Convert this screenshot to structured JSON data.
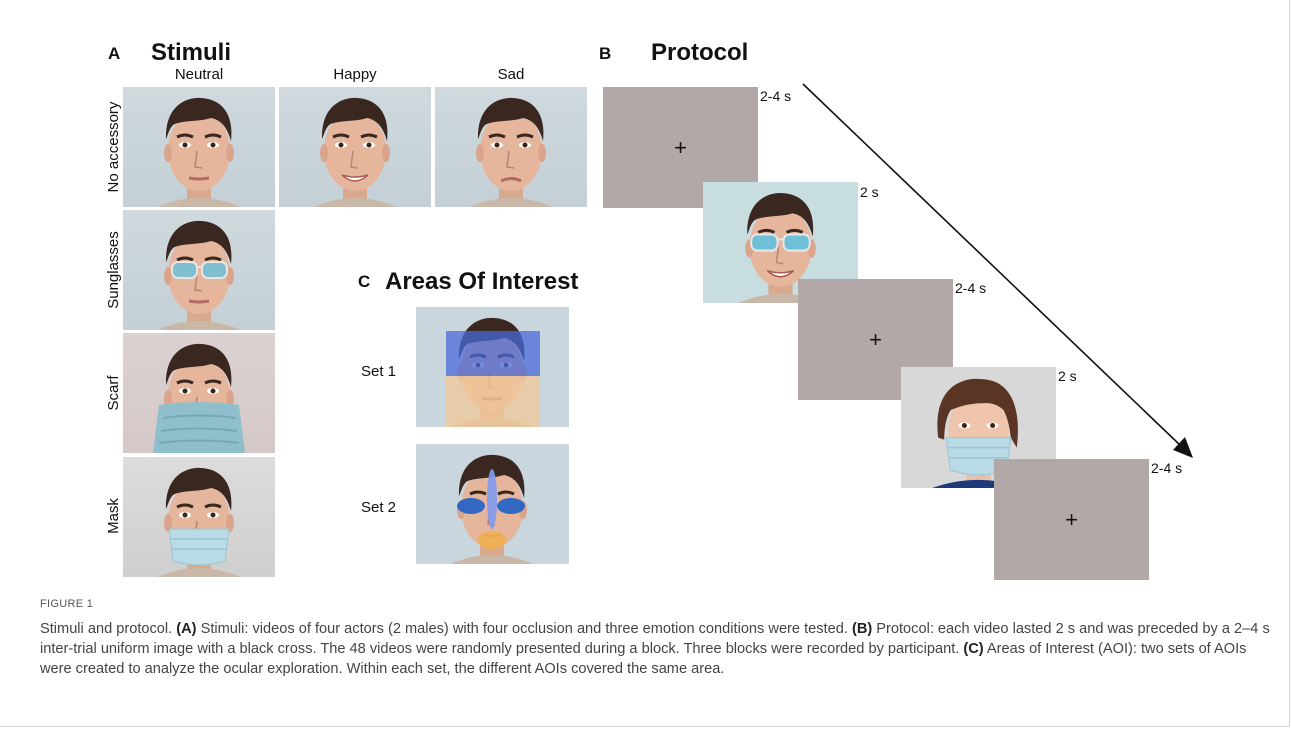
{
  "panels": {
    "a": {
      "letter": "A",
      "title": "Stimuli"
    },
    "b": {
      "letter": "B",
      "title": "Protocol"
    },
    "c": {
      "letter": "C",
      "title": "Areas Of Interest"
    }
  },
  "stimuli": {
    "columns": [
      "Neutral",
      "Happy",
      "Sad"
    ],
    "rows": [
      "No accessory",
      "Sunglasses",
      "Scarf",
      "Mask"
    ]
  },
  "protocol": {
    "cross_symbol": "+",
    "times": [
      "2-4 s",
      "2 s",
      "2-4 s",
      "2 s",
      "2-4 s"
    ]
  },
  "aoi": {
    "sets": [
      "Set 1",
      "Set 2"
    ]
  },
  "caption": {
    "figure_label": "FIGURE 1",
    "intro": "Stimuli and protocol. ",
    "a_label": "(A)",
    "a_text": " Stimuli: videos of four actors (2 males) with four occlusion and three emotion conditions were tested. ",
    "b_label": "(B)",
    "b_text": " Protocol: each video lasted 2 s and was preceded by a 2–4 s inter-trial uniform image with a black cross. The 48 videos were randomly presented during a block. Three blocks were recorded by participant. ",
    "c_label": "(C)",
    "c_text": " Areas of Interest (AOI): two sets of AOIs were created to analyze the ocular exploration. Within each set, the different AOIs covered the same area."
  },
  "colors": {
    "grey_screen": "#b2a8a8",
    "aoi_upper": "#4a6ad8",
    "aoi_lower": "#f0c898",
    "aoi_eyes": "#1f5fc8",
    "aoi_nose": "#7f9bf0",
    "aoi_mouth": "#f0b050"
  }
}
